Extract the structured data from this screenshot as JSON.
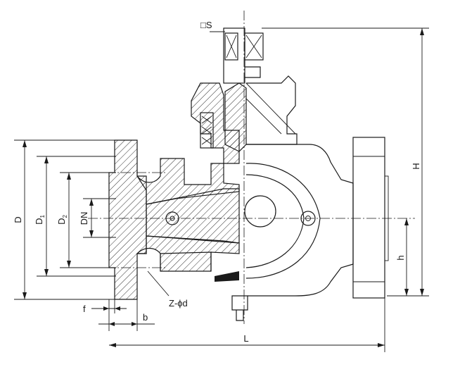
{
  "labels": {
    "square_s": "□S",
    "H": "H",
    "h": "h",
    "D": "D",
    "D1": "D",
    "D1_sub": "1",
    "D2": "D",
    "D2_sub": "2",
    "DN": "DN",
    "f": "f",
    "b": "b",
    "L": "L",
    "holes": "Z-ϕd"
  },
  "colors": {
    "line": "#1a1a1a",
    "background": "#ffffff"
  }
}
